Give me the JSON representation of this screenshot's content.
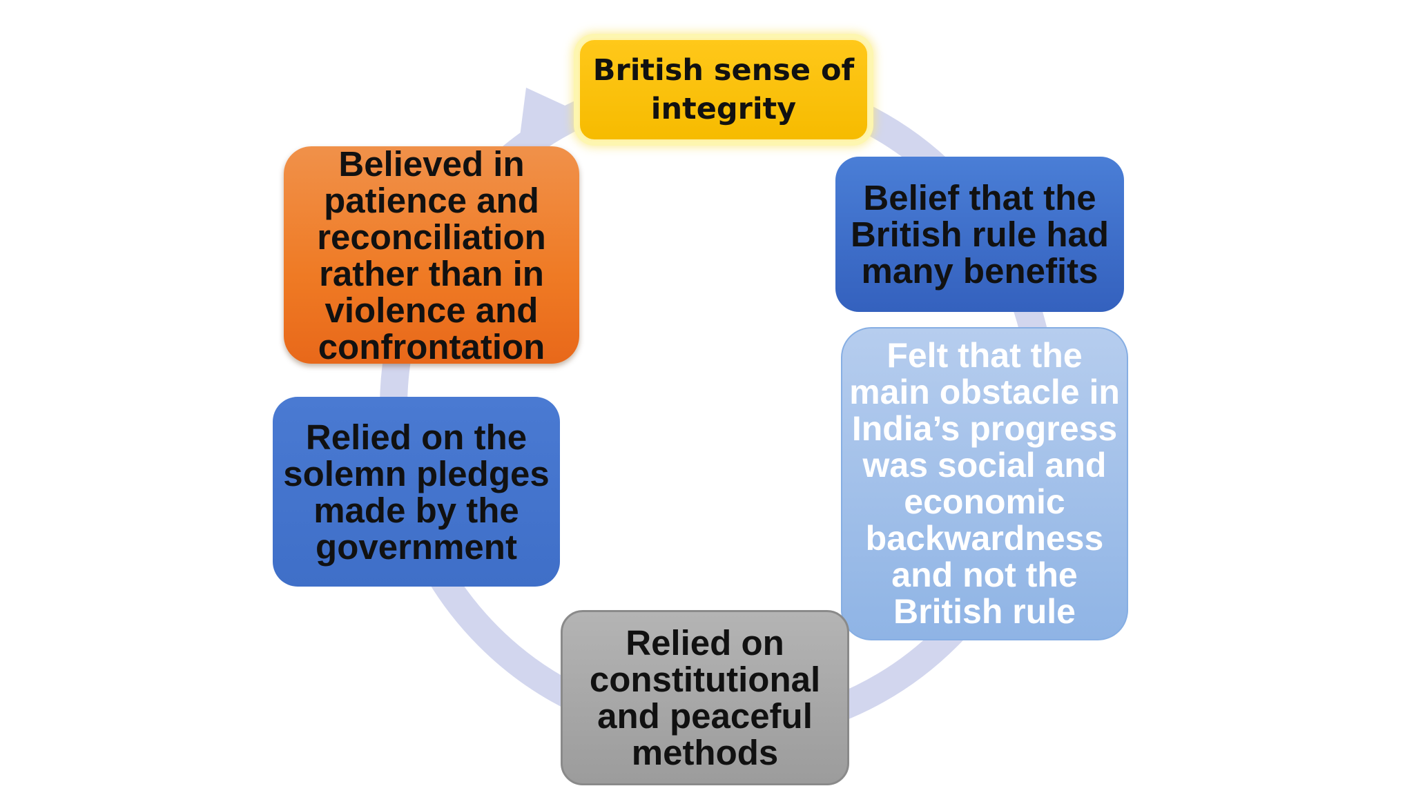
{
  "diagram": {
    "type": "cycle",
    "colors": {
      "ring": "#d2d6ee",
      "integrity": "#ffc20e",
      "benefits": "#3f6fc8",
      "obstacle": "#a7c3ea",
      "methods": "#a6a6a6",
      "pledges": "#4472c4",
      "patience": "#ef7d2d"
    },
    "nodes": [
      {
        "id": "integrity",
        "text": "British sense of integrity"
      },
      {
        "id": "benefits",
        "text": "Belief that the British rule had many benefits"
      },
      {
        "id": "obstacle",
        "text": "Felt that the main obstacle in India’s progress was social and economic backwardness and not the British rule"
      },
      {
        "id": "methods",
        "text": "Relied on constitutional and peaceful methods"
      },
      {
        "id": "pledges",
        "text": "Relied on the solemn pledges made by the government"
      },
      {
        "id": "patience",
        "text": "Believed in patience and reconciliation rather than in violence and confrontation"
      }
    ]
  }
}
